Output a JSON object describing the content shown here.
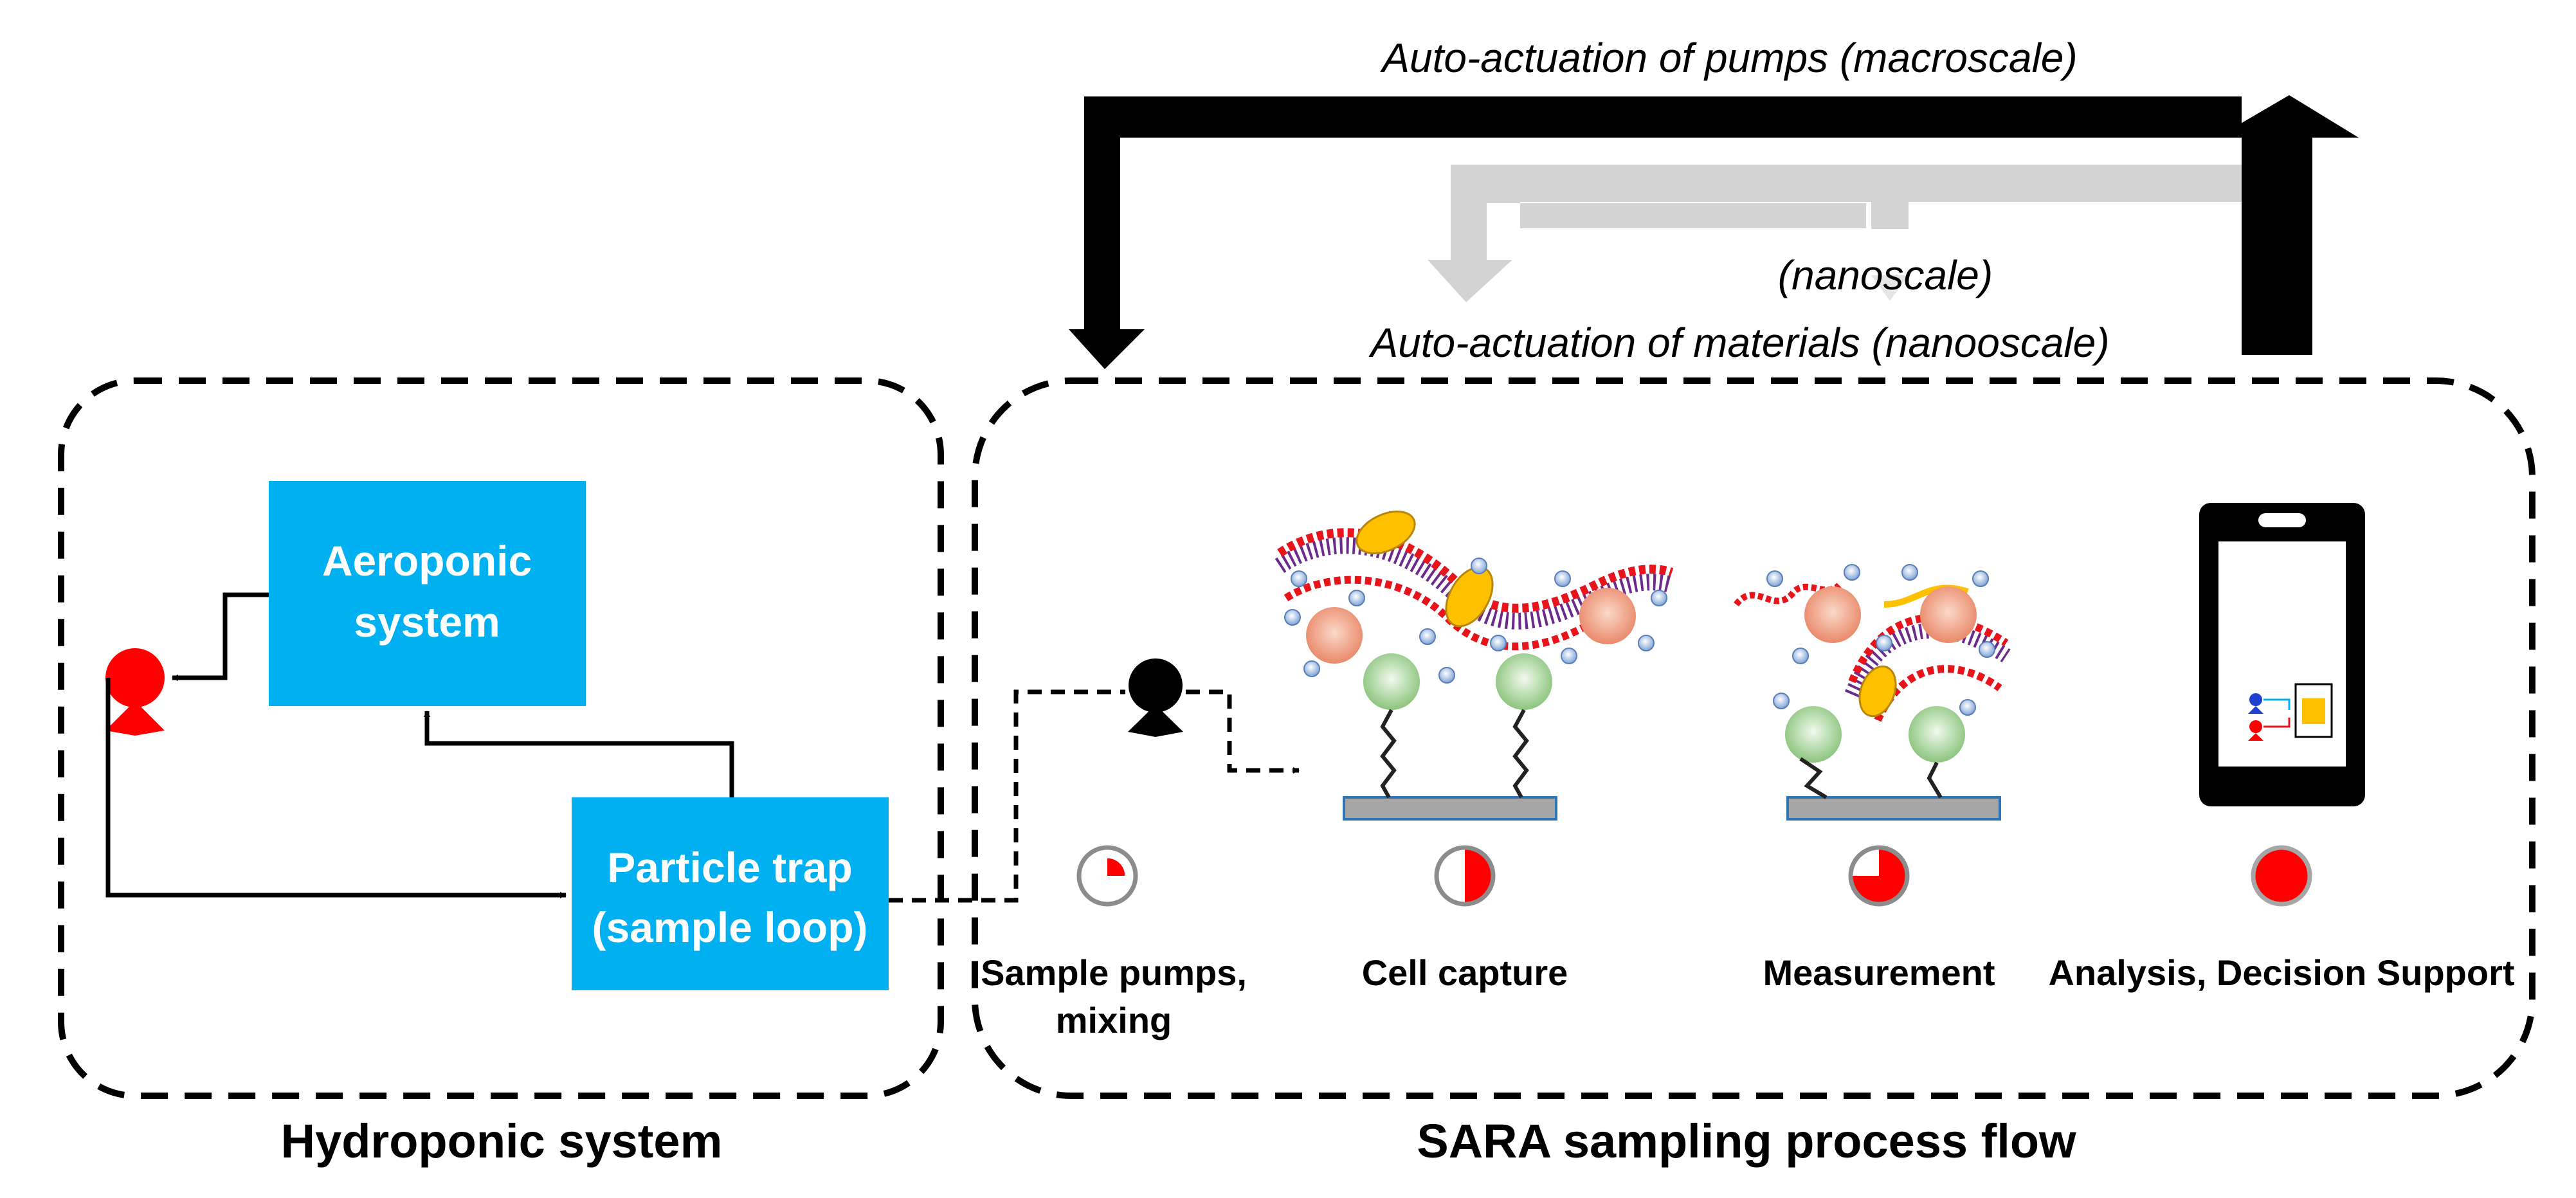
{
  "feedback": {
    "macro_label": "Auto-actuation of pumps (macroscale)",
    "nano_small_label": "(nanoscale)",
    "nano_label": "Auto-actuation of materials (nanooscale)"
  },
  "hydroponic": {
    "title": "Hydroponic system",
    "aeroponic_line1": "Aeroponic",
    "aeroponic_line2": "system",
    "trap_line1": "Particle trap",
    "trap_line2": "(sample loop)"
  },
  "sara": {
    "title": "SARA sampling process flow",
    "steps": [
      {
        "label_line1": "Sample pumps,",
        "label_line2": "mixing",
        "progress": 0.25
      },
      {
        "label_line1": "Cell capture",
        "label_line2": "",
        "progress": 0.5
      },
      {
        "label_line1": "Measurement",
        "label_line2": "",
        "progress": 0.75
      },
      {
        "label_line1": "Analysis, Decision Support",
        "label_line2": "",
        "progress": 1.0
      }
    ]
  },
  "colors": {
    "box_fill": "#00B0F0",
    "pump_red": "#FF0000",
    "progress_red": "#FF0000",
    "feedback_gray": "#D3D3D3",
    "lipid_red": "#E8141C",
    "lipid_purple": "#6B2A8C",
    "cell_orange": "#F2A98C",
    "cell_green": "#BFE3B4",
    "substrate": "#A6A6A6"
  }
}
